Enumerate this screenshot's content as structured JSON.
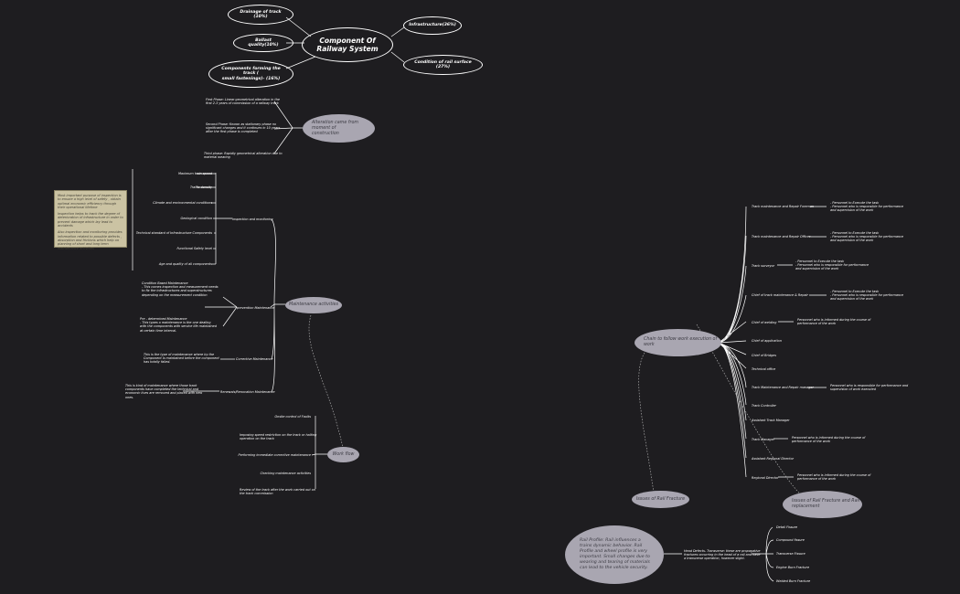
{
  "top": {
    "center": "Component Of\nRailway System",
    "drainage": "Drainage of track (10%)",
    "ballast": "Ballast quality(10%)",
    "components": "Components forming the track (\nsmall fastenings)- (16%)",
    "infrastructure": "Infrastructure(36%)",
    "rail_surface": "Condition of rail surface (27%)"
  },
  "alteration": {
    "label": "Alteration came from moment of\nconstruction",
    "phases": [
      "First Phase: Linear geometrical alteration in the\nfirst 2-3 years of commission of a railway track",
      "Second Phase: Known as stationary phase no\nsignificant changes and it continues in 10 years\nafter the first phase is completed",
      "Third phase: Rapidly geometrical alteration due to\nmaterial wearing"
    ]
  },
  "note": {
    "para1": "Most important purpose of inspection is to ensure a high level of safety , obtain optimal economic efficiency through their operational lifetime",
    "para2": "Inspection helps to track the degree of deterioration of infrastructure in order to prevent damage which lay lead to accidents",
    "para3": "Also inspection and monitoring provides information related to possible defects , absorption and frictions which help on planning of short and long term maintenance activities"
  },
  "inspection": {
    "label": "Inspection and monitoring",
    "items": [
      "Maximum train speed",
      "Traffic density",
      "Climate and environmental conditions",
      "Geological condition",
      "Technical standard of Infrastructure Components",
      "Functional Safety level",
      "Age and quality of all components"
    ]
  },
  "maintenance": {
    "label": "Maintenance activities",
    "prevention_label": "prevention Maintenance",
    "cbm": "Condition Based  Maintenance\n- This comes inspection and measurement needs\nto fix the infrastructures and superstructures\ndepending on the measurement condition",
    "pdm": "Pre - determined Maintenance\n- This types o maintenance is the one dealing\nwith the components with service life maintained\nat certain time interval.",
    "corrective_label": "Corrective Maintenance",
    "corrective_desc": "This is the type of maintenance where by the\nComponent is maintained before the component\nhas totally failed.",
    "renewal_label": "Renewals/Renovation Maintenance",
    "renewal_desc": "This is kind of maintenance where those track\ncomponents have completed the technical and\neconomic lives are removed  and placed with new\nones."
  },
  "workflow": {
    "label": "Work flow",
    "items": [
      "Onsite control of Faults",
      "Imposing speed restriction on the track or halting\noperation on the track",
      "Performing immediate corrective maintenance",
      "Checking maintenance activities",
      "Review of the track after the work carried out on\nthe track commission"
    ]
  },
  "chain": {
    "label": "Chain to follow work execution of\nwork",
    "roles": [
      "Track maintenance and Repair Foreman",
      "Track maintenance and Repair Officer",
      "Track surveyor",
      "Chief of track maintenance & Repair",
      "Chief of welding",
      "Chief of application",
      "Chief of Bridges",
      "Technical office",
      "Track Maintenance and Repair manager",
      "Track Controller",
      "Assistant Track Manager",
      "Track Manager",
      "Assistant Regional Director",
      "Regional Director"
    ],
    "desc_foreman": "- Personnel to Execute the task\n- Personnel who is responsible for performance\nand supervision of the work",
    "desc_officer": "- Personnel to Execute the task\n- Personnel who is responsible for performance\nand supervision of the work",
    "desc_surveyor": "- Personnel to Execute the task\n- Personnel who is responsible for performance\nand supervision of the work",
    "desc_chief": "- Personnel to Execute the task\n- Personnel who is responsible for performance\nand supervision of the work",
    "desc_welding": "Personnel who is informed during the course of\nperformance of the work",
    "desc_manager": "Personnel who is responsible for performance and\nsupervision of work executed",
    "desc_track_manager": "Personnel who is informed during the course of\nperformance of the work",
    "desc_director": "Personnel who is informed during the course of\nperformance of the work"
  },
  "rail_fracture": {
    "issues": "Issues of Rail Fracture",
    "replacement": "Issues of Rail Fracture and Rail\nreplacement",
    "profile": "Rail Profile: Rail influences a trains dynamic behavior. Rail Profile and wheel profile is very important. Small changes due to  wearing and tearing of materials can lead to the vehicle security.",
    "head_defect": "Head Defects- Transverse: these are propagative\nfractures occurring in the head of a rail and have\na transverse operation, however slight.",
    "fissures": [
      "Detail Fissure",
      "Compound fissure",
      "Transverse Fissure",
      "Engine Burn Fracture",
      "Welded Burn Fracture"
    ]
  }
}
